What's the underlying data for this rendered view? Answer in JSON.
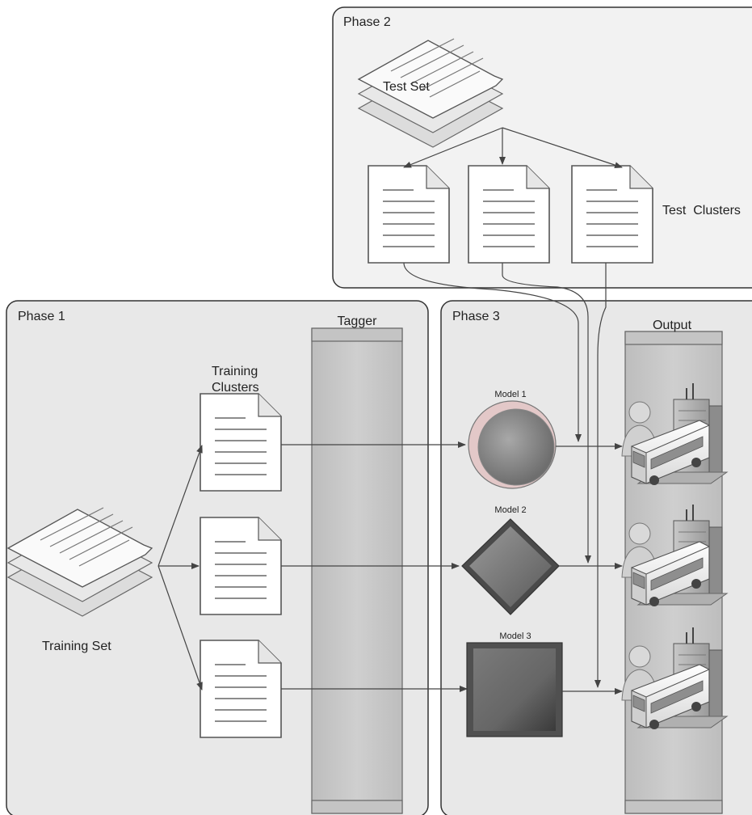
{
  "phases": {
    "phase1": {
      "title": "Phase 1"
    },
    "phase2": {
      "title": "Phase 2"
    },
    "phase3": {
      "title": "Phase 3"
    }
  },
  "labels": {
    "test_set": "Test Set",
    "test_clusters": "Test  Clusters",
    "training_clusters_line1": "Training",
    "training_clusters_line2": "Clusters",
    "training_set": "Training Set",
    "tagger": "Tagger",
    "output": "Output"
  },
  "models": [
    {
      "label": "Model 1",
      "shape": "circle"
    },
    {
      "label": "Model 2",
      "shape": "diamond"
    },
    {
      "label": "Model 3",
      "shape": "square"
    }
  ],
  "icons": {
    "document": "document-icon",
    "document_stack": "document-stack-icon",
    "person": "person-icon",
    "bus": "bus-icon",
    "building": "building-icon"
  }
}
